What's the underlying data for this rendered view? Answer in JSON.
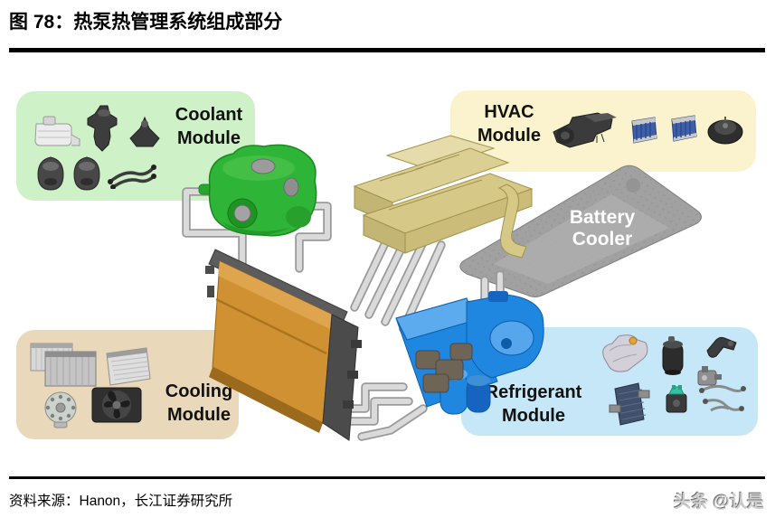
{
  "figure": {
    "title": "图 78：热泵热管理系统组成部分",
    "source": "资料来源：Hanon，长江证券研究所",
    "watermark": "头条 @认是"
  },
  "modules": {
    "coolant": {
      "label": "Coolant Module",
      "bg": "#cff1c7",
      "icons": [
        "expansion-tank",
        "coolant-valve",
        "coolant-valve-small",
        "coolant-pump",
        "coolant-pump-2",
        "coolant-hoses"
      ]
    },
    "hvac": {
      "label": "HVAC Module",
      "bg": "#faf3cd",
      "icons": [
        "hvac-case",
        "evaporator-core",
        "heater-core",
        "blower-motor"
      ]
    },
    "cooling": {
      "label": "Cooling Module",
      "bg": "#e9d9ba",
      "icons": [
        "radiators",
        "condenser",
        "fan-motor",
        "fan-shroud"
      ]
    },
    "refrigerant": {
      "label": "Refrigerant Module",
      "bg": "#c6e7f7",
      "icons": [
        "e-compressor",
        "accumulator",
        "bracket-part",
        "valve-unit",
        "chiller",
        "expansion-valve",
        "refrigerant-hoses"
      ]
    },
    "battery_cooler": {
      "line1": "Battery",
      "line2": "Cooler",
      "plate_color": "#a1a1a1",
      "label_color": "#ffffff"
    }
  },
  "parts_3d": {
    "coolant_assembly_color": "#2eb437",
    "hvac_assembly_color": "#dbcf93",
    "radiator_color": "#d09133",
    "refrigerant_assembly_color": "#1f87e0",
    "battery_plate_color": "#a1a1a1",
    "tube_color": "#dadada"
  }
}
